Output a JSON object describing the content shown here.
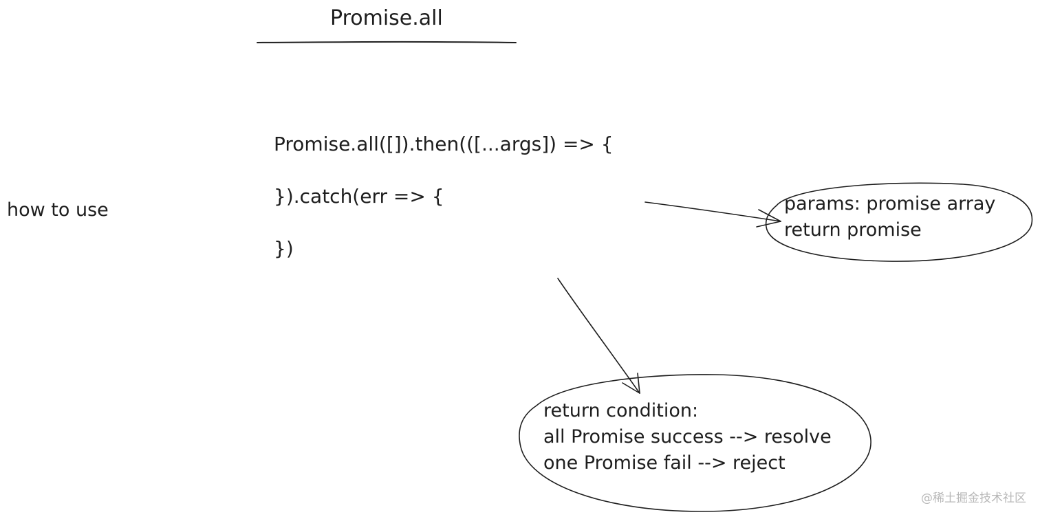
{
  "title": "Promise.all",
  "side_label": "how to use",
  "code_lines": [
    "Promise.all([]).then(([...args]) => {",
    "}).catch(err => {",
    "})"
  ],
  "notes": {
    "params": [
      "params: promise array",
      "return promise"
    ],
    "return_condition": [
      "return condition:",
      "all Promise success --> resolve",
      "one Promise fail --> reject"
    ]
  },
  "watermark": "@稀土掘金技术社区",
  "colors": {
    "ink": "#1e1e1e",
    "watermark": "#b7b7b7",
    "background": "#ffffff"
  }
}
